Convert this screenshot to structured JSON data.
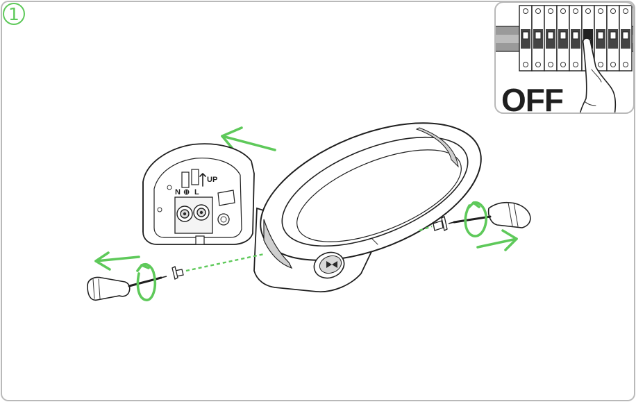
{
  "step": {
    "number": "1"
  },
  "inset": {
    "off_label": "OFF"
  },
  "mount": {
    "label_up": "UP",
    "label_n": "N",
    "label_l": "L",
    "earth_symbol": "⊕"
  },
  "icons": [
    "power-breaker-icon",
    "screwdriver-icon",
    "rotate-arrow-icon",
    "direction-arrow-icon",
    "motion-sensor-icon"
  ],
  "colors": {
    "arrow_green": "#5ec95a",
    "frame_gray": "#b9b9b9",
    "ink": "#1f1f1f"
  }
}
